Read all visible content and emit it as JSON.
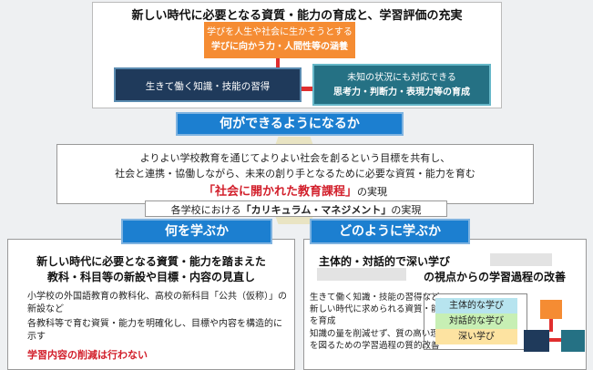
{
  "top": {
    "title": "新しい時代に必要となる資質・能力の育成と、学習評価の充実",
    "orange_line1": "学びを人生や社会に生かそうとする",
    "orange_line2": "学びに向かう力・人間性等の涵養",
    "navy_text": "生きて働く知識・技能の習得",
    "teal_line1": "未知の状況にも対応できる",
    "teal_line2": "思考力・判断力・表現力等の育成"
  },
  "banners": {
    "what_can_do": "何ができるようになるか",
    "what_to_learn": "何を学ぶか",
    "how_to_learn": "どのように学ぶか"
  },
  "middle": {
    "line1": "よりよい学校教育を通じてよりよい社会を創るという目標を共有し、",
    "line2": "社会と連携・協働しながら、未来の創り手となるために必要な資質・能力を育む",
    "line3_red": "「社会に開かれた教育課程」",
    "line3_suffix": "の実現",
    "line4_prefix": "各学校における",
    "line4_bold": "「カリキュラム・マネジメント」",
    "line4_suffix": "の実現"
  },
  "left": {
    "title_line1": "新しい時代に必要となる資質・能力を踏まえた",
    "title_line2": "教科・科目等の新設や目標・内容の見直し",
    "text1": "小学校の外国語教育の教科化、高校の新科目「公共（仮称）」の新設など",
    "text2": "各教科等で育む資質・能力を明確化し、目標や内容を構造的に示す",
    "red_text": "学習内容の削減は行わない"
  },
  "right": {
    "title_line1": "主体的・対話的で深い学び",
    "title_line2": "の視点からの学習過程の改善",
    "text1": "生きて働く知識・技能の習得など、新しい時代に求められる資質・能力を育成",
    "text2": "知識の量を削減せず、質の高い理解を図るための学習過程の質的改善",
    "labels": [
      "主体的な学び",
      "対話的な学び",
      "深い学び"
    ]
  },
  "colors": {
    "orange": "#f58c33",
    "navy": "#1f3a5b",
    "teal": "#257184",
    "banner_blue": "#1c7fd0",
    "red": "#d21f2b"
  }
}
